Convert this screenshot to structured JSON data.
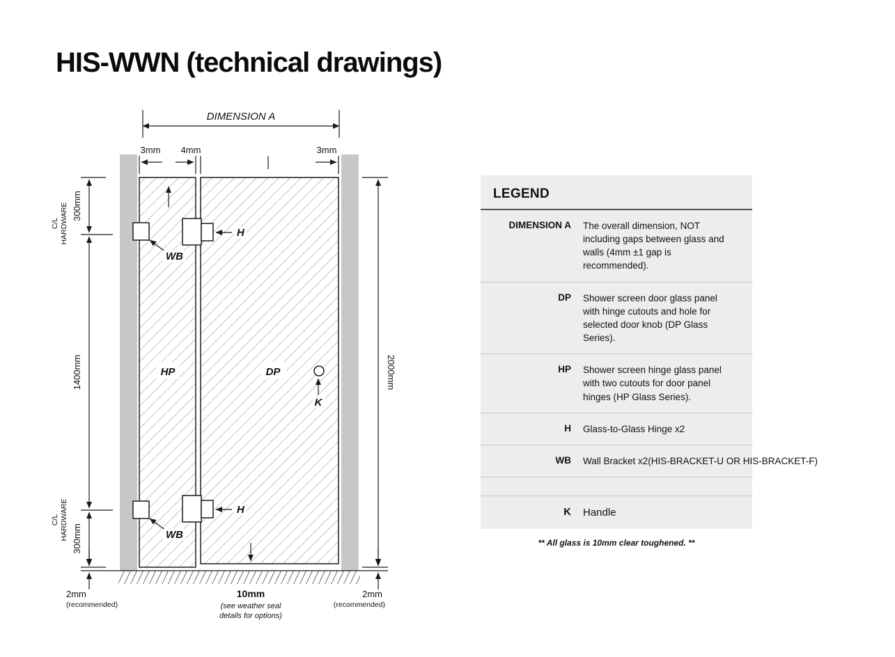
{
  "page": {
    "title": "HIS-WWN (technical drawings)"
  },
  "drawing": {
    "dimension_a": "DIMENSION A",
    "gap_left": "3mm",
    "gap_mid": "4mm",
    "gap_right": "3mm",
    "top_hardware_offset": "300mm",
    "cl_line1": "C/L",
    "cl_line2": "HARDWARE",
    "mid_height": "1400mm",
    "bottom_hardware_offset": "300mm",
    "total_height": "2000mm",
    "hp": "HP",
    "dp": "DP",
    "h": "H",
    "wb": "WB",
    "k": "K",
    "floor_gap_left": "2mm",
    "floor_gap_left_note": "(recommended)",
    "door_gap": "10mm",
    "door_gap_note1": "(see weather seal",
    "door_gap_note2": "details for options)",
    "floor_gap_right": "2mm",
    "floor_gap_right_note": "(recommended)"
  },
  "legend": {
    "title": "LEGEND",
    "entries": [
      {
        "term": "DIMENSION A",
        "description": "The overall dimension, NOT including gaps between glass and walls (4mm ±1 gap is recommended)."
      },
      {
        "term": "DP",
        "description": "Shower screen door glass panel with hinge cutouts and hole for selected door knob (DP Glass Series)."
      },
      {
        "term": "HP",
        "description": "Shower screen hinge glass panel with two cutouts for door panel hinges (HP Glass Series)."
      },
      {
        "term": "H",
        "description": "Glass-to-Glass Hinge x2"
      },
      {
        "term": "WB",
        "description": "Wall Bracket x2(HIS-BRACKET-U OR HIS-BRACKET-F)"
      },
      {
        "term": "K",
        "description": "Handle"
      }
    ],
    "footnote": "** All glass is 10mm clear toughened. **"
  }
}
